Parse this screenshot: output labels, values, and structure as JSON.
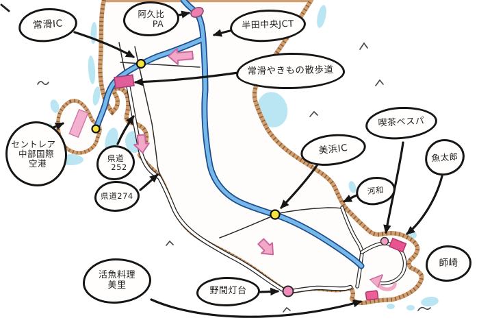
{
  "map": {
    "kind": "hand-drawn sightseeing map",
    "labels": [
      {
        "id": "tokoname-ic",
        "lines": [
          "常滑IC"
        ]
      },
      {
        "id": "agui-pa",
        "lines": [
          "阿久比",
          "PA"
        ]
      },
      {
        "id": "handa-chuo-jct",
        "lines": [
          "半田中央JCT"
        ]
      },
      {
        "id": "tokoname-yakimono-sanpomichi",
        "lines": [
          "常滑やきもの散歩道"
        ]
      },
      {
        "id": "centrair-chubu-airport",
        "lines": [
          "セントレア",
          "中部国際",
          "空港"
        ]
      },
      {
        "id": "kendo-252",
        "lines": [
          "県道",
          "252"
        ]
      },
      {
        "id": "kendo-274",
        "lines": [
          "県道274"
        ]
      },
      {
        "id": "mihama-ic",
        "lines": [
          "美浜IC"
        ]
      },
      {
        "id": "kissa-vespa",
        "lines": [
          "喫茶ベスパ"
        ]
      },
      {
        "id": "uotaro",
        "lines": [
          "魚太郎"
        ]
      },
      {
        "id": "kowa",
        "lines": [
          "河和"
        ]
      },
      {
        "id": "morozaki",
        "lines": [
          "師崎"
        ]
      },
      {
        "id": "katsugyo-ryori-misato",
        "lines": [
          "活魚料理",
          "美里"
        ]
      },
      {
        "id": "noma-lighthouse",
        "lines": [
          "野間灯台"
        ]
      }
    ],
    "marker_glyphs": {
      "interchange": "yellow-circle",
      "parking-area": "pink-ellipse",
      "poi-point": "pink-circle",
      "poi-site": "pink-rectangle",
      "route-direction": "pink-block-arrow",
      "sea-mark": "caret-squiggle"
    },
    "colors": {
      "expressway_fill": "#76b8e8",
      "expressway_edge": "#1d4e8f",
      "coast_band": "#cf9f72",
      "coast_hatch": "#81502a",
      "water": "#b7e5f4",
      "interchange_dot": "#f4e53e",
      "poi_pink": "#f08cba",
      "site_pink": "#e8548f",
      "arrow_pink": "#f2a9c8",
      "ink": "#161616"
    }
  }
}
